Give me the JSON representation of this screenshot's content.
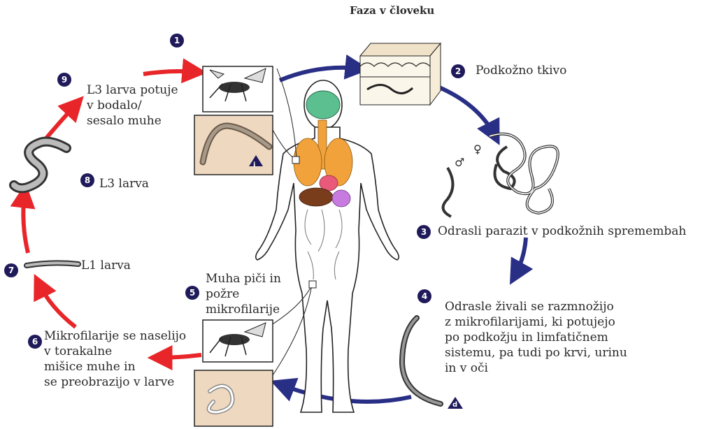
{
  "title": "Faza v človeku",
  "colors": {
    "red_arrow": "#e8262a",
    "blue_arrow": "#2a2f86",
    "badge": "#1f1a5a",
    "brain": "#5bbf8f",
    "lungs": "#f2a23a",
    "liver": "#7a3d1c",
    "heart": "#e95a7a"
  },
  "steps": [
    {
      "num": "1",
      "text": ""
    },
    {
      "num": "2",
      "text": "Podkožno tkivo"
    },
    {
      "num": "3",
      "text": "Odrasli parazit v podkožnih spremembah"
    },
    {
      "num": "4",
      "text": "Odrasle živali se razmnožijo\nz mikrofilarijami, ki potujejo\npo podkožju in limfatičnem\nsistemu, pa tudi po krvi, urinu\nin v oči"
    },
    {
      "num": "5",
      "text": "Muha piči in\npožre\nmikrofilarije"
    },
    {
      "num": "6",
      "text": "Mikrofilarije se naselijo\nv torakalne\nmišice muhe in\nse preobrazijo v larve"
    },
    {
      "num": "7",
      "text": "L1 larva"
    },
    {
      "num": "8",
      "text": "L3 larva"
    },
    {
      "num": "9",
      "text": "L3 larva potuje\nv bodalo/\nsesalo muhe"
    }
  ],
  "icons": {
    "male": "♂",
    "female": "♀",
    "stage_infective": "i",
    "stage_diagnostic": "d"
  }
}
